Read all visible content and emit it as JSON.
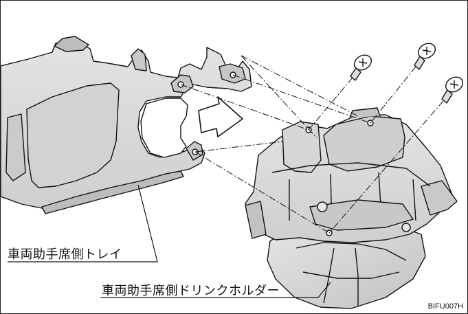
{
  "labels": {
    "tray": "車両助手席側トレイ",
    "drink_holder": "車両助手席側ドリンクホルダー"
  },
  "figure_code": "BIFU007H",
  "colors": {
    "part_fill": "#d9d9d9",
    "part_shade": "#c4c4c4",
    "outline": "#111111",
    "background": "#ffffff"
  }
}
